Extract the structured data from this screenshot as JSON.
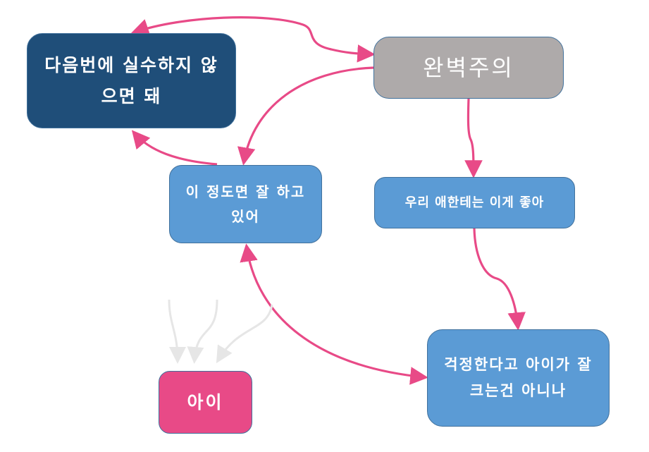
{
  "diagram": {
    "type": "concept-map",
    "colors": {
      "arrow": "#e84a87",
      "faded_arrow": "#e6e6e6",
      "navy": "#1f4e79",
      "gray": "#aeaaaa",
      "blue": "#5b9bd5",
      "pink": "#e84a87",
      "border": "#41719c"
    },
    "nodes": {
      "next_time": {
        "label": "다음번에 실수하지 않으면 돼"
      },
      "perfectionism": {
        "label": "완벽주의"
      },
      "doing_well": {
        "label": "이 정도면 잘 하고 있어"
      },
      "good_for_child": {
        "label": "우리 애한테는 이게 좋아"
      },
      "worry": {
        "label": "걱정한다고 아이가 잘크는건 아니나"
      },
      "child": {
        "label": "아이"
      }
    },
    "edges": [
      {
        "from": "perfectionism",
        "to": "next_time",
        "bidirectional": true
      },
      {
        "from": "perfectionism",
        "to": "doing_well",
        "bidirectional": false
      },
      {
        "from": "doing_well",
        "to": "next_time",
        "bidirectional": false
      },
      {
        "from": "perfectionism",
        "to": "good_for_child",
        "bidirectional": false
      },
      {
        "from": "good_for_child",
        "to": "worry",
        "bidirectional": false
      },
      {
        "from": "doing_well",
        "to": "worry",
        "bidirectional": true
      },
      {
        "from": "unlabeled-1",
        "to": "child",
        "faded": true
      },
      {
        "from": "unlabeled-2",
        "to": "child",
        "faded": true
      },
      {
        "from": "unlabeled-3",
        "to": "child",
        "faded": true
      }
    ]
  }
}
